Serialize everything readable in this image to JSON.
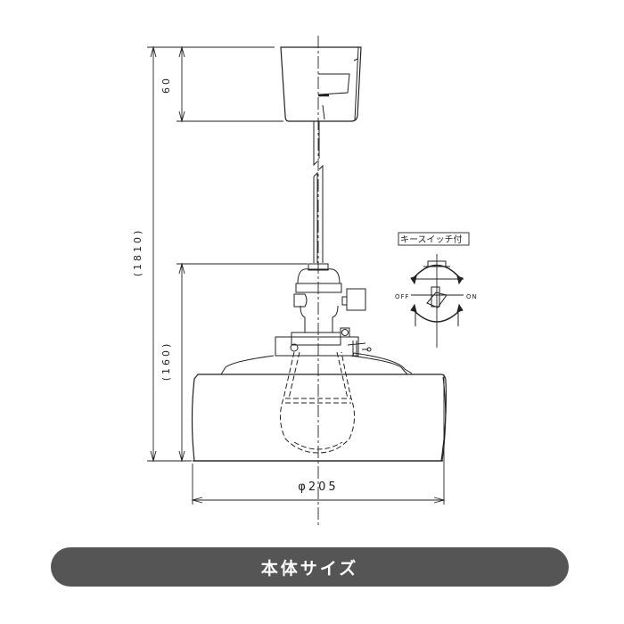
{
  "drawing": {
    "dimensions": {
      "ceiling_unit_height": "60",
      "total_height": "(1810)",
      "shade_height": "(160)",
      "shade_diameter": "φ205"
    },
    "key_switch": {
      "label": "キースイッチ付",
      "off_label": "OFF",
      "on_label": "ON"
    }
  },
  "footer": {
    "title": "本体サイズ",
    "bg_color": "#555555",
    "text_color": "#ffffff"
  }
}
